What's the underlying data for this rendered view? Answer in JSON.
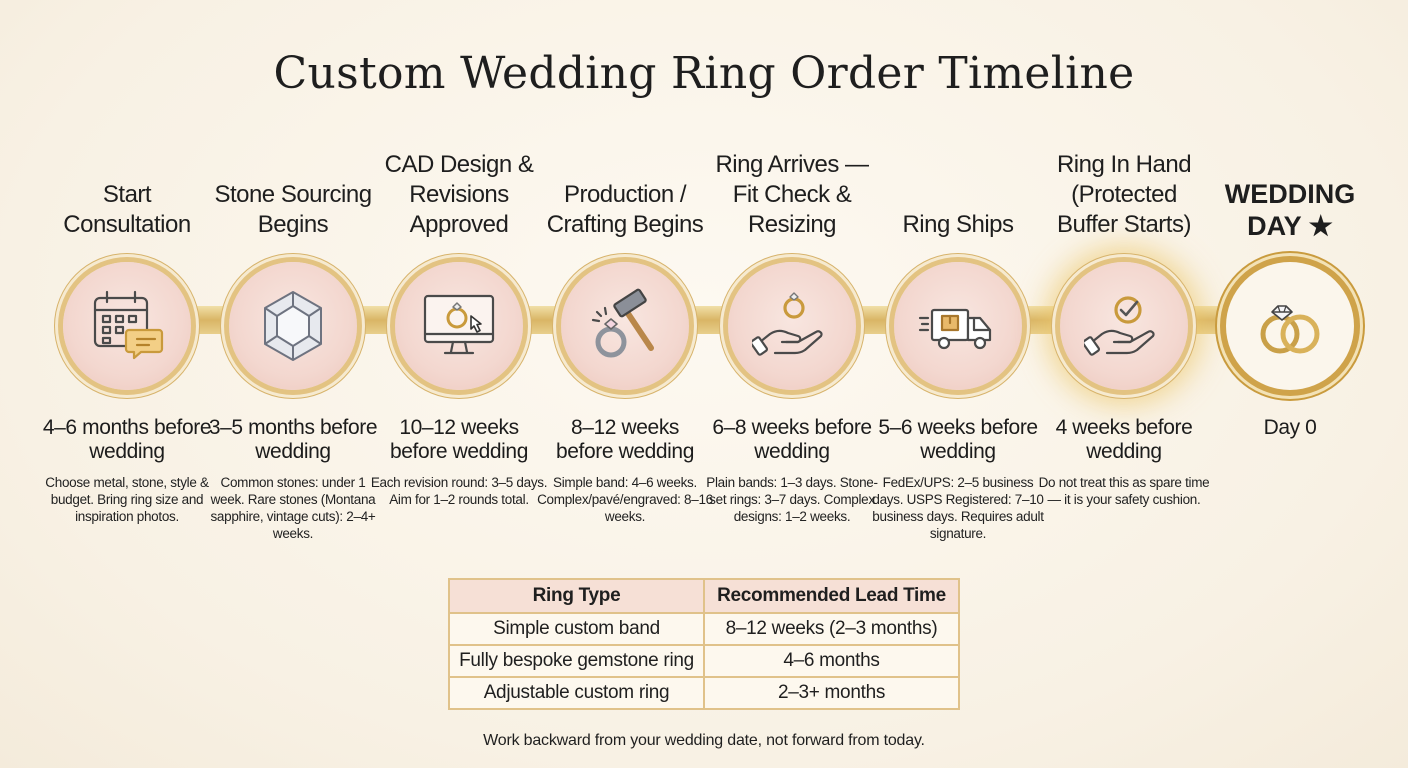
{
  "title": "Custom Wedding Ring Order Timeline",
  "steps": [
    {
      "label": "Start Consultation",
      "timing": "4–6 months before wedding",
      "description": "Choose metal, stone, style & budget. Bring ring size and inspiration photos.",
      "icon": "calendar-chat-icon"
    },
    {
      "label": "Stone Sourcing Begins",
      "timing": "3–5 months before wedding",
      "description": "Common stones: under 1 week. Rare stones (Montana sapphire, vintage cuts): 2–4+ weeks.",
      "icon": "gemstone-icon"
    },
    {
      "label": "CAD Design & Revisions Approved",
      "timing": "10–12 weeks before wedding",
      "description": "Each revision round: 3–5 days. Aim for 1–2 rounds total.",
      "icon": "monitor-ring-icon"
    },
    {
      "label": "Production / Crafting Begins",
      "timing": "8–12 weeks before wedding",
      "description": "Simple band: 4–6 weeks. Complex/pavé/engraved: 8–16 weeks.",
      "icon": "hammer-ring-icon"
    },
    {
      "label": "Ring Arrives — Fit Check & Resizing",
      "timing": "6–8 weeks before wedding",
      "description": "Plain bands: 1–3 days. Stone-set rings: 3–7 days. Complex designs: 1–2 weeks.",
      "icon": "hand-ring-icon"
    },
    {
      "label": "Ring Ships",
      "timing": "5–6 weeks before wedding",
      "description": "FedEx/UPS: 2–5 business days. USPS Registered: 7–10 business days. Requires adult signature.",
      "icon": "delivery-truck-icon"
    },
    {
      "label": "Ring In Hand (Protected Buffer Starts)",
      "timing": "4 weeks before wedding",
      "description": "Do not treat this as spare time — it is your safety cushion.",
      "icon": "hand-check-icon"
    },
    {
      "label": "WEDDING DAY ★",
      "timing": "Day 0",
      "description": "",
      "icon": "wedding-rings-icon"
    }
  ],
  "table": {
    "headers": [
      "Ring Type",
      "Recommended Lead Time"
    ],
    "rows": [
      [
        "Simple custom band",
        "8–12 weeks (2–3 months)"
      ],
      [
        "Fully bespoke gemstone ring",
        "4–6 months"
      ],
      [
        "Adjustable custom ring",
        "2–3+ months"
      ]
    ]
  },
  "footnote": "Work backward from your wedding date, not forward from today.",
  "colors": {
    "gold": "#d9b566",
    "blush": "#f3d7cf",
    "background": "#f8f1e4"
  }
}
